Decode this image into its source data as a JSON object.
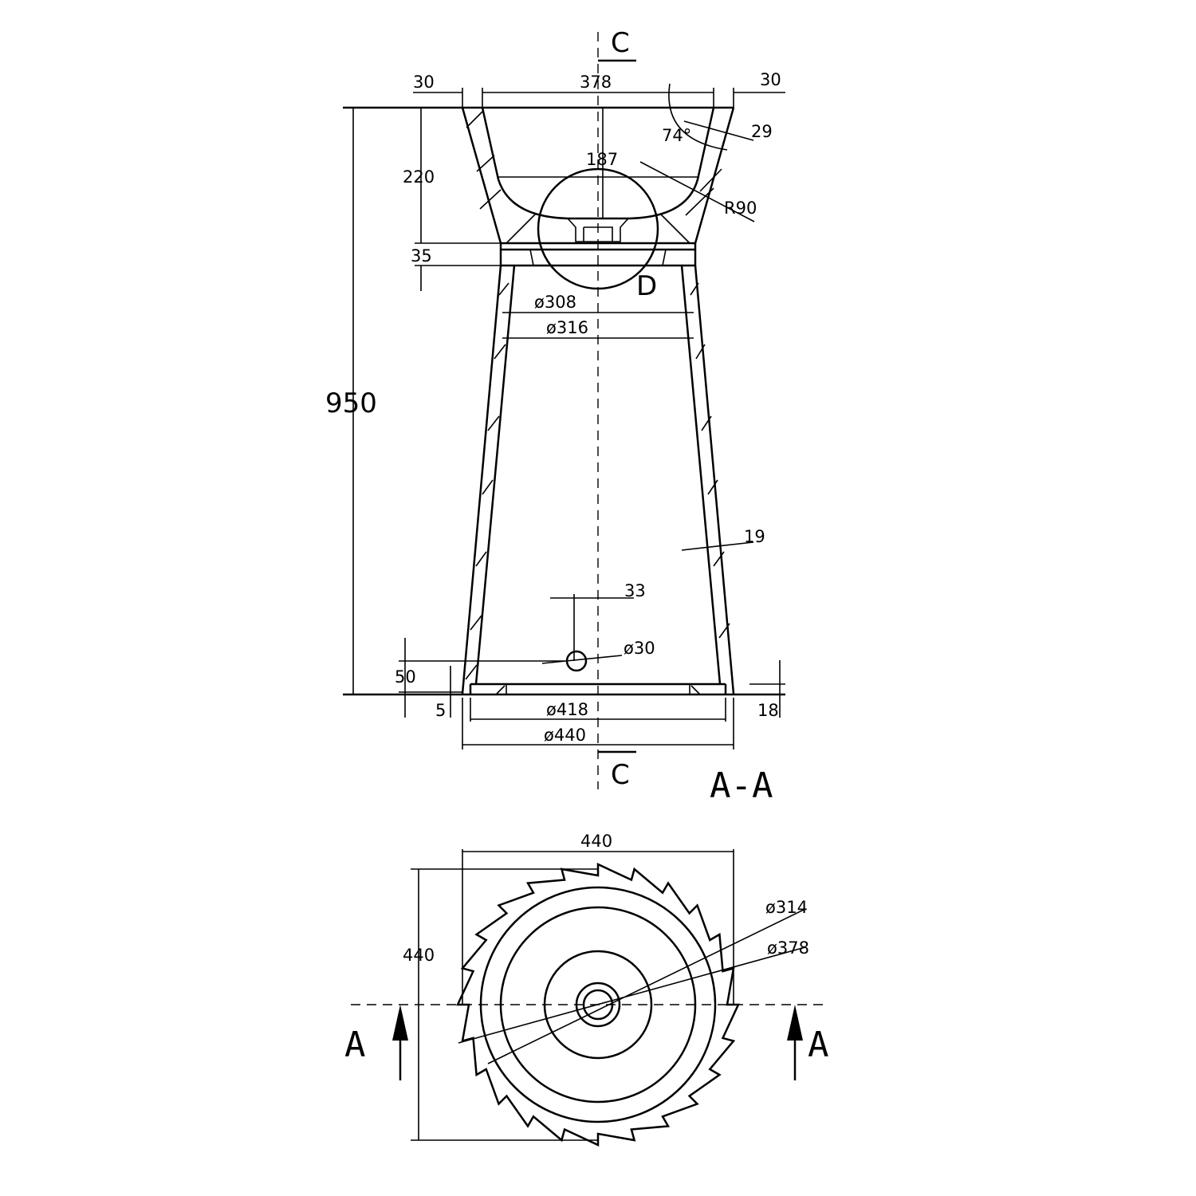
{
  "elevation": {
    "section_marks": [
      "C",
      "C"
    ],
    "title": "A-A",
    "dims": {
      "rim_left": "30",
      "top_width": "378",
      "rim_right": "30",
      "angle": "74°",
      "wall_top": "29",
      "depth_bowl": "220",
      "depth_inner": "187",
      "radius": "R90",
      "ring_height": "35",
      "total_height": "950",
      "d308": "ø308",
      "d316": "ø316",
      "wall_column": "19",
      "hole_offset": "33",
      "hole_dia": "ø30",
      "hole_height": "50",
      "base_step": "5",
      "base_plate": "18",
      "d418": "ø418",
      "d440": "ø440"
    },
    "detail_label": "D"
  },
  "plan": {
    "width": "440",
    "height": "440",
    "d314": "ø314",
    "d378": "ø378",
    "section_labels": [
      "A",
      "A"
    ]
  }
}
